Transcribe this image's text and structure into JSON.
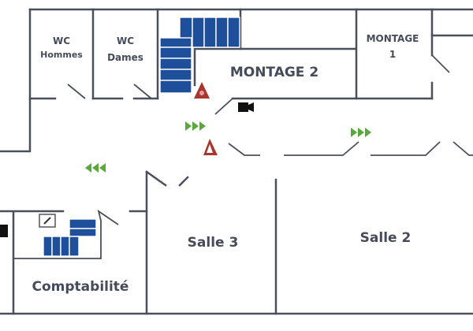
{
  "rooms": {
    "wc_hommes": {
      "line1": "WC",
      "line2": "Hommes"
    },
    "wc_dames": {
      "line1": "WC",
      "line2": "Dames"
    },
    "montage_2": "MONTAGE 2",
    "montage_1": {
      "line1": "MONTAGE",
      "line2": "1"
    },
    "salle_3": "Salle 3",
    "salle_2": "Salle 2",
    "comptabilite": "Comptabilité"
  },
  "icons": [
    "staircase-icon",
    "warning-triangle-icon",
    "camera-icon",
    "exit-arrow-icon",
    "extinguisher-sign-icon"
  ],
  "colors": {
    "wall": "#4a4f5c",
    "stairs": "#1f4e9a",
    "exit_arrows": "#5aa83a",
    "warning": "#a8362e"
  }
}
